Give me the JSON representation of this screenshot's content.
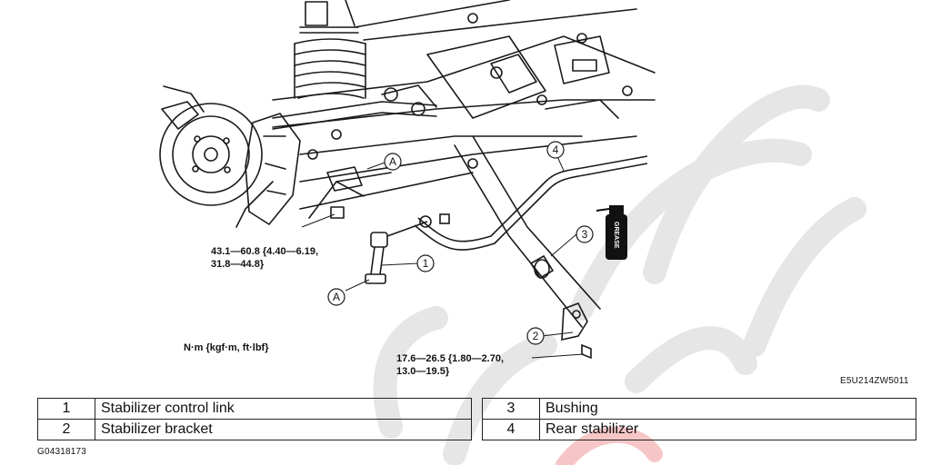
{
  "diagram": {
    "callouts": [
      "1",
      "2",
      "3",
      "4"
    ],
    "point_marker": "A",
    "grease_label": "GREASE",
    "torque_upper": {
      "line1": "43.1—60.8 {4.40—6.19,",
      "line2": "31.8—44.8}"
    },
    "torque_lower": {
      "line1": "17.6—26.5 {1.80—2.70,",
      "line2": "13.0—19.5}"
    },
    "units": "N·m {kgf·m, ft·lbf}",
    "figure_code": "E5U214ZW5011"
  },
  "parts_table": {
    "left": [
      {
        "num": "1",
        "name": "Stabilizer control link"
      },
      {
        "num": "2",
        "name": "Stabilizer bracket"
      }
    ],
    "right": [
      {
        "num": "3",
        "name": "Bushing"
      },
      {
        "num": "4",
        "name": "Rear stabilizer"
      }
    ]
  },
  "footer_code": "G04318173",
  "colors": {
    "ink": "#1a1a1a",
    "watermark_gray": "#e3e3e3",
    "watermark_red": "#f3b7b7"
  }
}
